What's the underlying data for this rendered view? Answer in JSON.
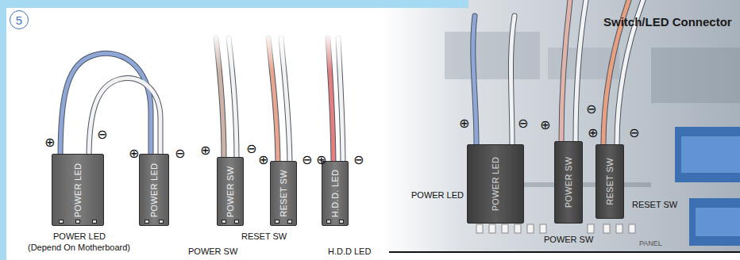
{
  "diagram": {
    "title": "Switch/LED Connector",
    "nodes": [
      {
        "text": [
          "5"
        ]
      },
      {
        "text": [
          "POWER LED"
        ]
      },
      {
        "text": [
          "POWER LED"
        ]
      },
      {
        "text": [
          "POWER SW"
        ]
      },
      {
        "text": [
          "RESET SW"
        ]
      },
      {
        "text": [
          "H.D.D. LED"
        ]
      },
      {
        "text": [
          "POWER LED"
        ]
      },
      {
        "text": [
          "POWER SW"
        ]
      },
      {
        "text": [
          "RESET SW"
        ]
      }
    ],
    "labels": [
      "⊕",
      "⊖",
      "⊕",
      "⊖",
      "⊕",
      "⊖",
      "⊕",
      "⊖",
      "⊕",
      "⊖",
      "POWER LED",
      "(Depend On Motherboard)",
      "RESET SW",
      "POWER SW",
      "H.D.D LED",
      "⊕",
      "⊖",
      "⊕",
      "⊖",
      "⊕",
      "⊖",
      "POWER LED",
      "POWER SW",
      "RESET SW",
      "PANEL"
    ]
  }
}
